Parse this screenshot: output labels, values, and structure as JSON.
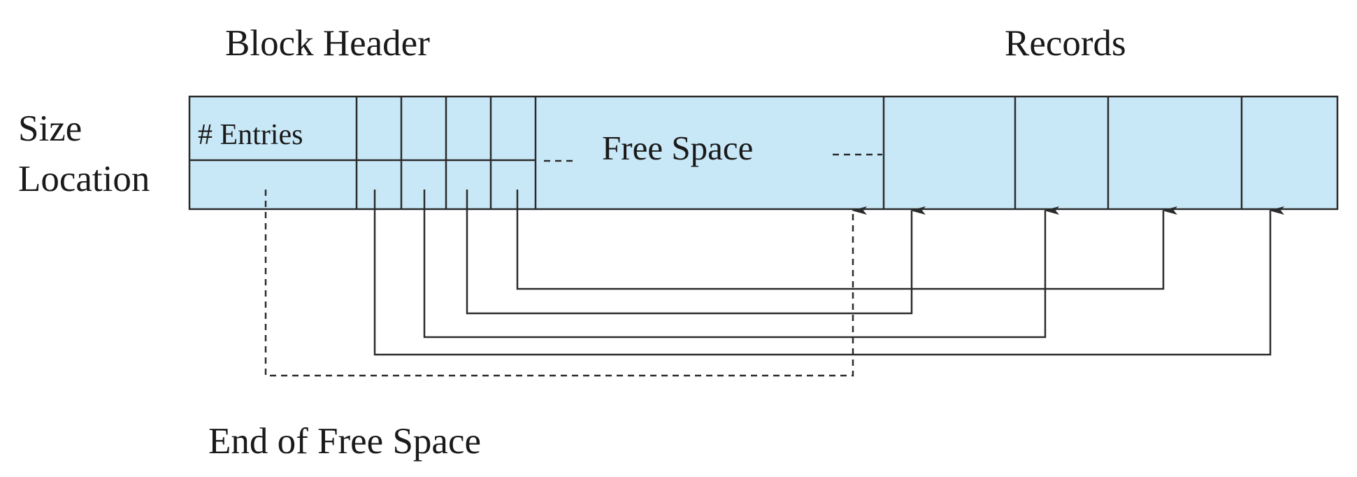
{
  "labels": {
    "block_header": "Block Header",
    "records": "Records",
    "size": "Size",
    "location": "Location",
    "entries": "# Entries",
    "free_space": "Free Space",
    "end_of_free_space": "End of Free Space"
  },
  "colors": {
    "fill": "#c9e8f7",
    "line": "#2b2b2b"
  }
}
